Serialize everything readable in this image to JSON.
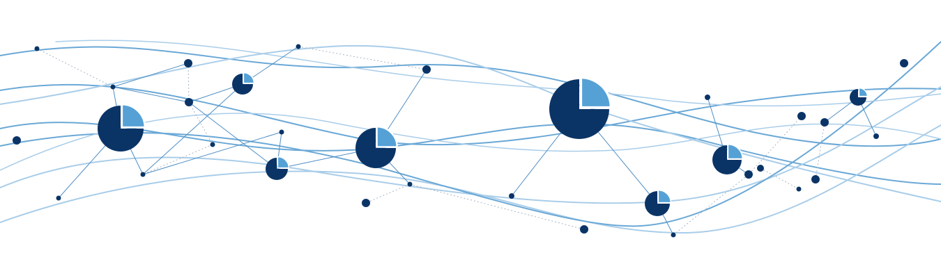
{
  "graphic": {
    "kind": "network-of-pie-nodes-banner",
    "colors": {
      "background": "#ffffff",
      "node_dark": "#0b3466",
      "slice_light": "#55a1d6",
      "wave_mid": "#6aa8d6",
      "wave_light": "#a9cde9",
      "link_line": "#4f8ec4",
      "dotted_link": "#a8b4c2"
    },
    "pie_nodes": [
      {
        "id": "pie-1",
        "light_share": 0.25
      },
      {
        "id": "pie-2",
        "light_share": 0.25
      },
      {
        "id": "pie-3",
        "light_share": 0.25
      },
      {
        "id": "pie-4",
        "light_share": 0.25
      },
      {
        "id": "pie-5",
        "light_share": 0.25
      },
      {
        "id": "pie-6",
        "light_share": 0.25
      },
      {
        "id": "pie-7",
        "light_share": 0.25
      },
      {
        "id": "pie-8",
        "light_share": 0.25
      }
    ]
  }
}
